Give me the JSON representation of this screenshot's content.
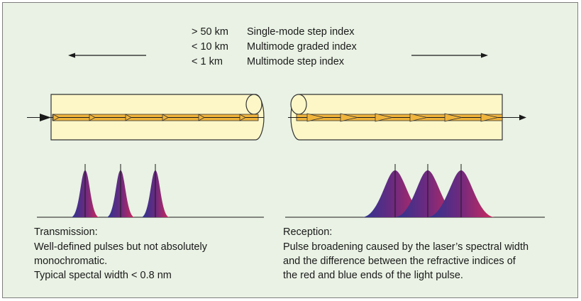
{
  "distances": [
    {
      "range": "> 50 km",
      "type": "Single-mode step index"
    },
    {
      "range": "< 10 km",
      "type": "Multimode graded index"
    },
    {
      "range": "< 1 km",
      "type": "Multimode step index"
    }
  ],
  "transmission": {
    "heading": "Transmission:",
    "line1": "Well-defined pulses but not absolutely",
    "line2": "monochromatic.",
    "line3": "Typical spectal width < 0.8 nm"
  },
  "reception": {
    "heading": "Reception:",
    "line1": "Pulse broadening caused by the laser’s spectral width",
    "line2": "and the difference between the refractive indices of",
    "line3": "the red and blue ends of the light pulse."
  },
  "colors": {
    "background": "#e9f2e4",
    "fiber": "#fdf7c8",
    "core": "#f0b43c",
    "pulse_blue": "#2a3590",
    "pulse_red": "#d0285a"
  }
}
